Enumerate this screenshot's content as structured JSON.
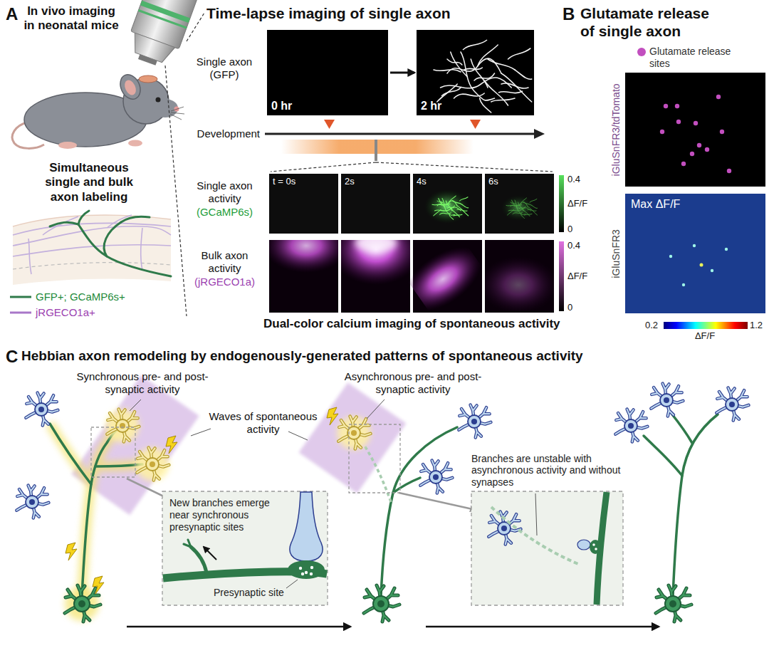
{
  "diagram": {
    "nodes": [
      {
        "text": [
          "0 hr"
        ]
      },
      {
        "text": [
          "2 hr"
        ]
      },
      {
        "text": [
          "t = 0s"
        ]
      },
      {
        "text": [
          "2s"
        ]
      },
      {
        "text": [
          "4s"
        ]
      },
      {
        "text": [
          "6s"
        ]
      },
      {
        "text": [
          "Max ΔF/F"
        ]
      },
      {
        "text": [
          "New branches emerge near synchronous presynaptic sites",
          "Presynaptic site"
        ]
      },
      {
        "text": [
          "Branches are unstable with asynchronous activity and without synapses"
        ]
      }
    ],
    "edges": [
      {
        "from": 0,
        "to": 1,
        "arrow": "to"
      }
    ],
    "labels": [
      "A",
      "In vivo imaging in neonatal mice",
      "Simultaneous single and bulk axon labeling",
      "Time-lapse imaging of single axon",
      "Single axon (GFP)",
      "Development",
      "Single axon activity",
      "(GCaMP6s)",
      "0.4",
      "ΔF/F",
      "0",
      "Bulk axon activity",
      "(jRGECO1a)",
      "0.4",
      "ΔF/F",
      "0",
      "Dual-color calcium imaging of spontaneous activity",
      "B",
      "Glutamate release of single axon",
      "iGluSnFR3/tdTomato",
      "iGluSnFR3",
      "0.2",
      "ΔF/F",
      "1.2",
      "C",
      "Hebbian axon remodeling by endogenously-generated patterns of spontaneous activity",
      "Synchronous pre- and post-synaptic activity",
      "Waves of spontaneous activity",
      "Asynchronous pre- and post-synaptic activity"
    ],
    "legend": [
      {
        "text": "GFP+; GCaMP6s+"
      },
      {
        "text": "jRGECO1a+"
      },
      {
        "text": "Glutamate release sites",
        "color": "#c24fbf"
      }
    ]
  }
}
